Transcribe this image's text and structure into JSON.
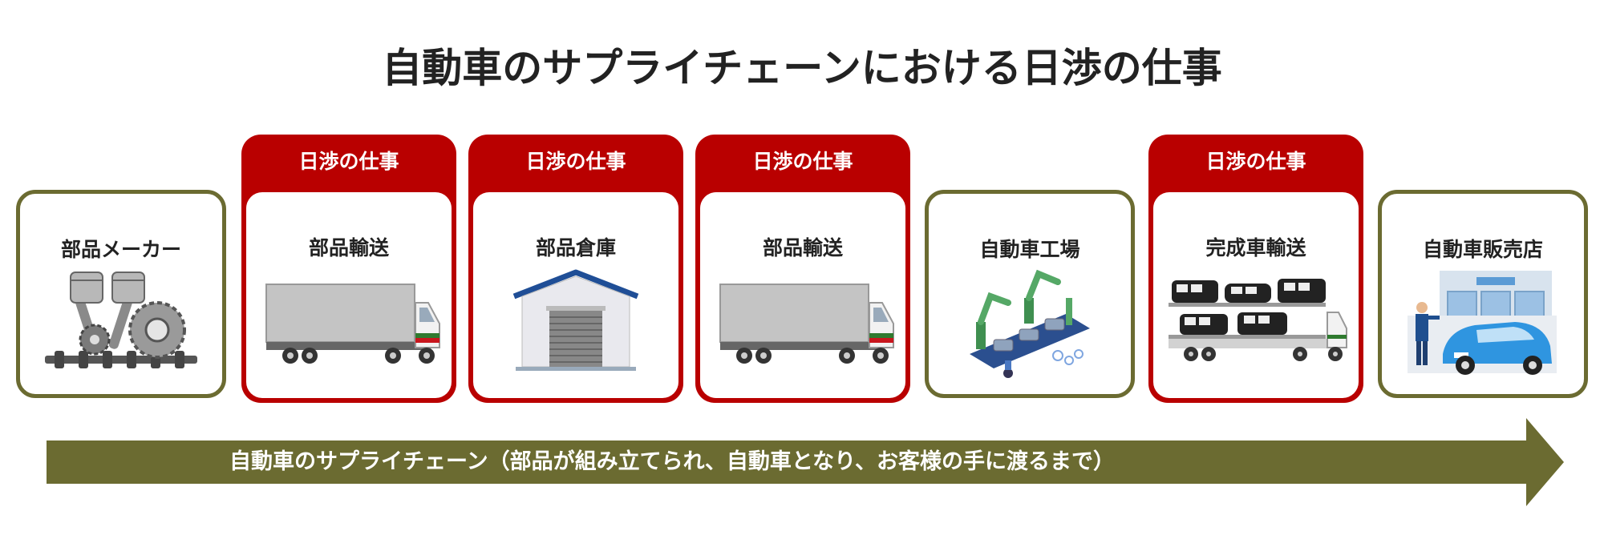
{
  "title": "自動車のサプライチェーンにおける日渉の仕事",
  "badge_label": "日渉の仕事",
  "stages": [
    {
      "label": "部品メーカー",
      "highlighted": false,
      "icon": "engine-parts-icon"
    },
    {
      "label": "部品輸送",
      "highlighted": true,
      "icon": "truck-icon"
    },
    {
      "label": "部品倉庫",
      "highlighted": true,
      "icon": "warehouse-icon"
    },
    {
      "label": "部品輸送",
      "highlighted": true,
      "icon": "truck-icon"
    },
    {
      "label": "自動車工場",
      "highlighted": false,
      "icon": "factory-robot-icon"
    },
    {
      "label": "完成車輸送",
      "highlighted": true,
      "icon": "car-carrier-icon"
    },
    {
      "label": "自動車販売店",
      "highlighted": false,
      "icon": "dealership-icon"
    }
  ],
  "flow_arrow_text": "自動車のサプライチェーン（部品が組み立てられ、自動車となり、お客様の手に渡るまで）",
  "colors": {
    "accent_red": "#b90000",
    "olive": "#6b6b31",
    "text": "#222222"
  }
}
